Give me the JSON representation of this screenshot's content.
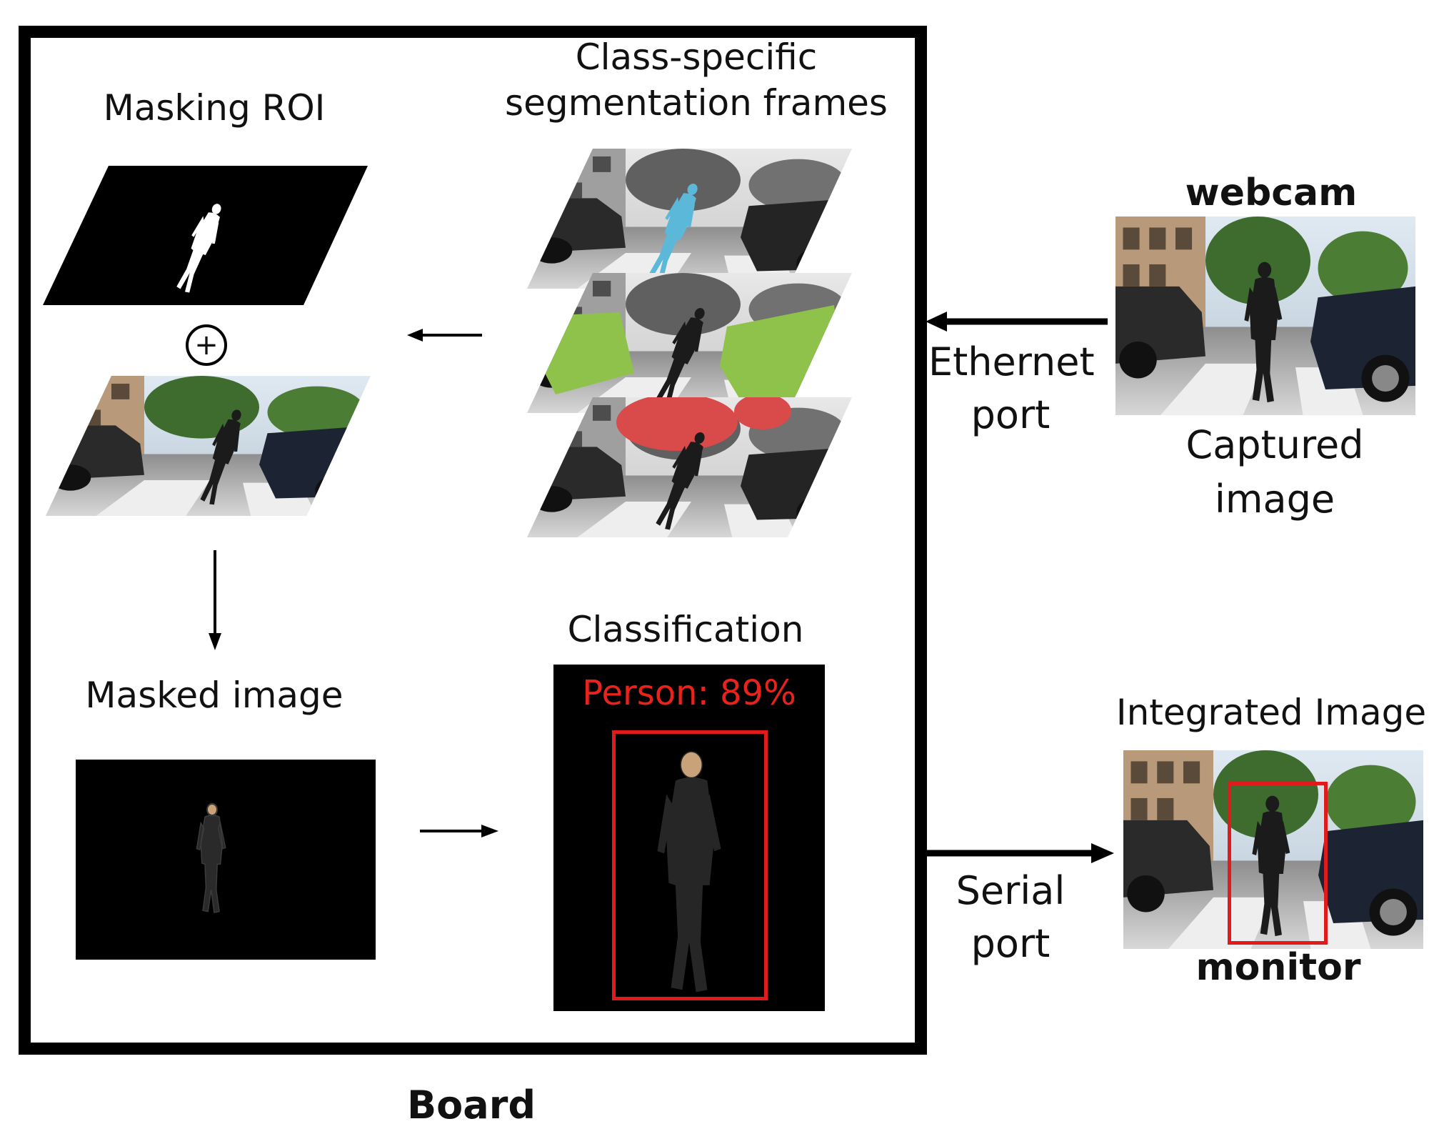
{
  "board": {
    "label": "Board"
  },
  "stages": {
    "masking_roi": "Masking ROI",
    "class_specific": "Class-specific segmentation frames",
    "masked_image": "Masked image",
    "classification": "Classification",
    "detection_text": "Person: 89%"
  },
  "ports": {
    "ethernet": "Ethernet port",
    "serial": "Serial port"
  },
  "devices": {
    "webcam": "webcam",
    "captured": "Captured image",
    "integrated": "Integrated Image",
    "monitor": "monitor"
  },
  "symbols": {
    "plus": "+"
  },
  "colors": {
    "frame": "#000000",
    "segment_person": "#5bb8d8",
    "segment_car": "#8fc24a",
    "segment_tree": "#d94a4a",
    "detection_box": "#e01b1b",
    "detection_text": "#e8231b"
  }
}
